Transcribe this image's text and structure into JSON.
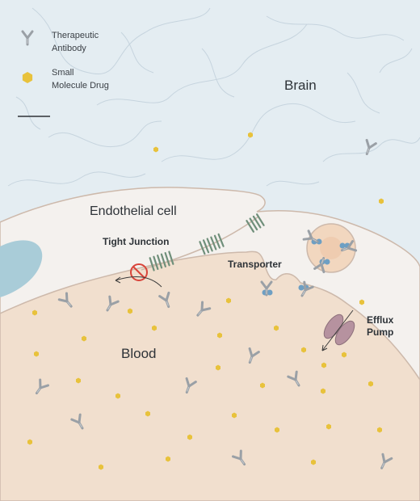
{
  "legend": {
    "antibody_label_1": "Therapeutic",
    "antibody_label_2": "Antibody",
    "drug_label_1": "Small",
    "drug_label_2": "Molecule Drug"
  },
  "labels": {
    "brain": "Brain",
    "endothelial": "Endothelial cell",
    "tight_junction": "Tight Junction",
    "transporter": "Transporter",
    "efflux_1": "Efflux",
    "efflux_2": "Pump",
    "blood": "Blood"
  },
  "colors": {
    "brain_bg": "#e4edf2",
    "brain_lines": "#c3d2dc",
    "cell_fill": "#f4f1ee",
    "cell_stroke": "#cdb9ab",
    "blood_fill": "#f1dfce",
    "nucleus": "#a9ccd8",
    "drug": "#e8c23c",
    "antibody": "#9aa0a6",
    "transporter": "#6e9fc3",
    "efflux_pump": "#b6929f",
    "junction": "#6f8f7a",
    "blocked": "#d9443a"
  },
  "icons": {
    "antibody": "y-shaped-antibody-icon",
    "drug": "hexagon-drug-icon",
    "blocked": "no-entry-icon"
  }
}
